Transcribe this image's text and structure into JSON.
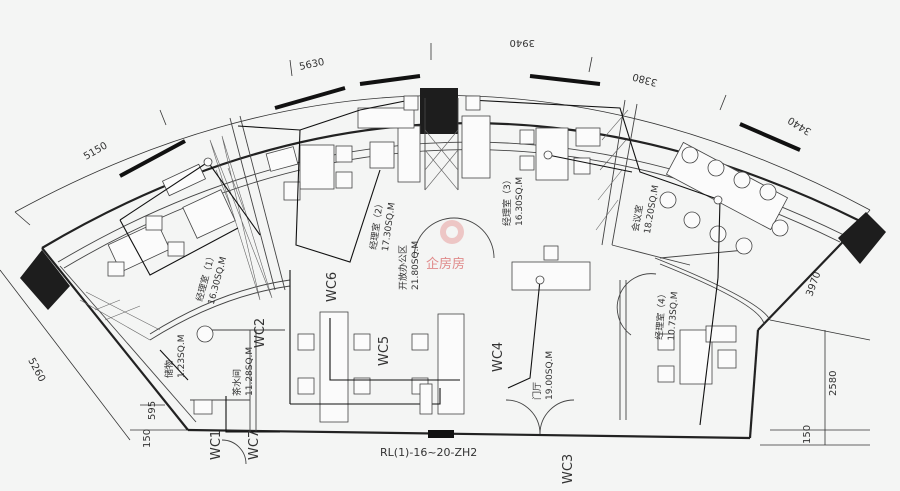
{
  "dimensions": {
    "d5150": "5150",
    "d5630": "5630",
    "d3940": "3940",
    "d3380": "3380",
    "d3440": "3440",
    "d3970": "3970",
    "d5260": "5260",
    "d2580": "2580",
    "d150_right": "150",
    "d150_left": "150",
    "d595": "595"
  },
  "rooms": {
    "manager1": {
      "name": "经理室（1）",
      "area": "16.30SQ.M"
    },
    "manager2": {
      "name": "经理室（2）",
      "area": "17.30SQ.M"
    },
    "open_office": {
      "name": "开放办公区",
      "area": "21.80SQ.M"
    },
    "manager3": {
      "name": "经理室（3）",
      "area": "16.30SQ.M"
    },
    "meeting": {
      "name": "会议室",
      "area": "18.20SQ.M"
    },
    "manager4": {
      "name": "经理室（4）",
      "area": "10.73SQ.M"
    },
    "lobby": {
      "name": "门厅",
      "area": "19.00SQ.M"
    },
    "storage": {
      "name": "储物",
      "area": "1.23SQ.M"
    },
    "tea": {
      "name": "茶水间",
      "area": "11.28SQ.M"
    }
  },
  "wc_labels": {
    "wc1": "WC1",
    "wc2": "WC2",
    "wc3": "WC3",
    "wc4": "WC4",
    "wc5": "WC5",
    "wc6": "WC6",
    "wc7": "WC7"
  },
  "unit_code": "RL(1)-16~20-ZH2",
  "watermark": "企房房",
  "colors": {
    "line": "#222222",
    "paper": "#f4f5f4",
    "watermark": "#e8a0a0"
  }
}
